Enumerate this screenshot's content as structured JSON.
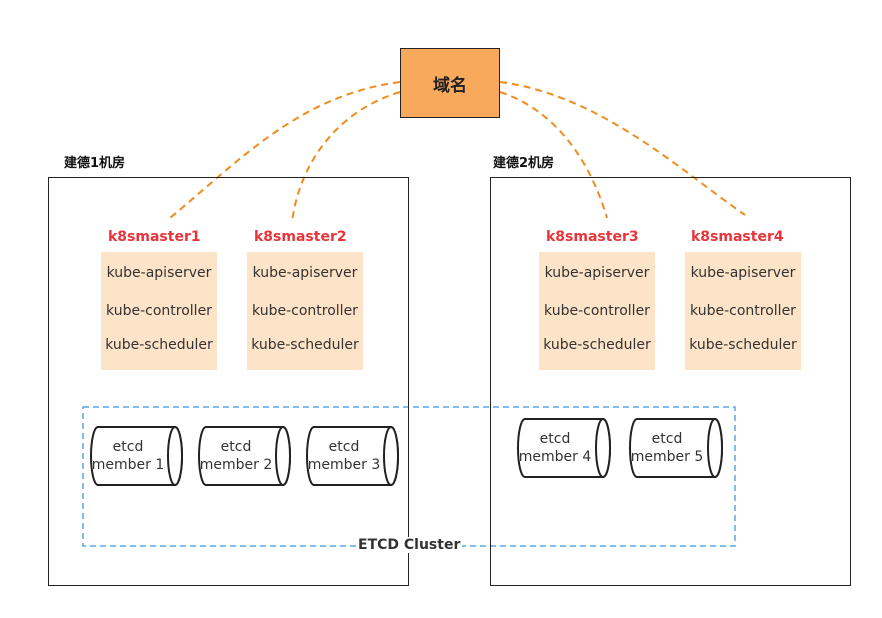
{
  "domain": {
    "label": "域名",
    "color": "#f9a95c"
  },
  "datacenters": [
    {
      "label": "建德1机房"
    },
    {
      "label": "建德2机房"
    }
  ],
  "masters": [
    {
      "name": "k8smaster1",
      "components": [
        "kube-apiserver",
        "kube-controller",
        "kube-scheduler"
      ]
    },
    {
      "name": "k8smaster2",
      "components": [
        "kube-apiserver",
        "kube-controller",
        "kube-scheduler"
      ]
    },
    {
      "name": "k8smaster3",
      "components": [
        "kube-apiserver",
        "kube-controller",
        "kube-scheduler"
      ]
    },
    {
      "name": "k8smaster4",
      "components": [
        "kube-apiserver",
        "kube-controller",
        "kube-scheduler"
      ]
    }
  ],
  "etcd_members": [
    {
      "line1": "etcd",
      "line2": "member 1"
    },
    {
      "line1": "etcd",
      "line2": "member 2"
    },
    {
      "line1": "etcd",
      "line2": "member 3"
    },
    {
      "line1": "etcd",
      "line2": "member 4"
    },
    {
      "line1": "etcd",
      "line2": "member 5"
    }
  ],
  "cluster": {
    "label": "ETCD Cluster",
    "border_color": "#5aa7e6"
  },
  "colors": {
    "master_title": "#e8343a",
    "component_bg": "#fde3c8",
    "connector": "#f08c1e"
  }
}
